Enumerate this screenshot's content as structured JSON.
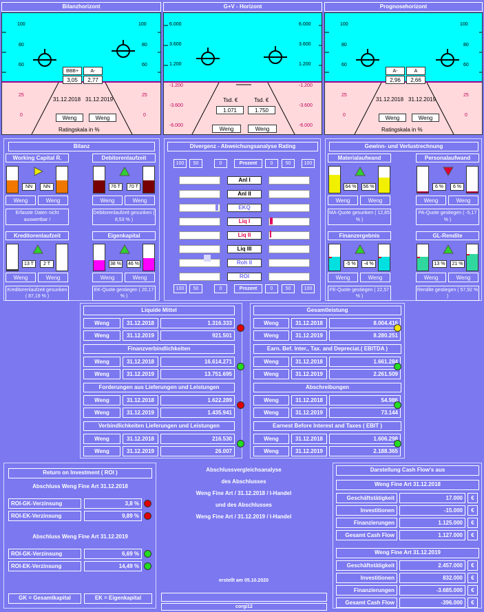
{
  "horizons": {
    "bilanz": {
      "title": "Bilanzhorizont",
      "ticks_top": [
        "100",
        "80",
        "60"
      ],
      "ticks_bottom": [
        "25",
        "0"
      ],
      "rating1": "BBB+",
      "rating2": "A-",
      "val1": "3,05",
      "val2": "2,77",
      "date1": "31.12.2018",
      "date2": "31.12.2019",
      "co1": "Weng",
      "co2": "Weng",
      "scale": "Ratingskala in %"
    },
    "guv": {
      "title": "G+V - Horizont",
      "ticks_top": [
        "6.000",
        "3.600",
        "1.200"
      ],
      "ticks_bottom": [
        "-1.200",
        "-3.600",
        "-6.000"
      ],
      "unit1": "Tsd. €",
      "unit2": "Tsd. €",
      "val1": "1.071",
      "val2": "1.750",
      "co1": "Weng",
      "co2": "Weng"
    },
    "prognose": {
      "title": "Prognosehorizont",
      "ticks_top": [
        "100",
        "80",
        "60"
      ],
      "ticks_bottom": [
        "25",
        "0"
      ],
      "rating1": "A-",
      "rating2": "A",
      "val1": "2,96",
      "val2": "2,66",
      "date1": "31.12.2018",
      "date2": "31.12.2019",
      "co1": "Weng",
      "co2": "Weng",
      "scale": "Ratingskala in %"
    }
  },
  "bilanz": {
    "title": "Bilanz",
    "wc": {
      "title": "Working Capital R.",
      "v1": "NN",
      "v2": "NN",
      "co1": "Weng",
      "co2": "Weng",
      "note": "Erfasste Daten nicht auswertbar !"
    },
    "deb": {
      "title": "Debitorenlaufzeit",
      "v1": "76 T",
      "v2": "70 T",
      "co1": "Weng",
      "co2": "Weng",
      "note": "Debitorenlaufzeit gesunken ( 8,53 % )"
    },
    "kred": {
      "title": "Kreditorenlaufzeit",
      "v1": "13 T",
      "v2": "2 T",
      "co1": "Weng",
      "co2": "Weng",
      "note": "Kreditorenlaufzeit gesunken ( 87,19 % )"
    },
    "ek": {
      "title": "Eigenkapital",
      "v1": "38 %",
      "v2": "46 %",
      "co1": "Weng",
      "co2": "Weng",
      "note": "EK-Quote gestiegen ( 20,17 % )"
    }
  },
  "divergenz": {
    "title": "Divergenz - Abweichungsanalyse Rating",
    "scale": [
      "100",
      "50",
      "0",
      "Prozent",
      "0",
      "50",
      "100"
    ],
    "rows": [
      {
        "label": "Anl I",
        "color": "#000000"
      },
      {
        "label": "Anl II",
        "color": "#000000"
      },
      {
        "label": "EKQ",
        "color": "#6f6cf0"
      },
      {
        "label": "Liq I",
        "color": "#e0004a"
      },
      {
        "label": "Liq II",
        "color": "#e0004a"
      },
      {
        "label": "Liq III",
        "color": "#000000"
      },
      {
        "label": "Roh II",
        "color": "#6f6cf0"
      },
      {
        "label": "ROI",
        "color": "#6f6cf0"
      }
    ]
  },
  "guvbox": {
    "title": "Gewinn- und Verlustrechnung",
    "mat": {
      "title": "Materialaufwand",
      "v1": "64 %",
      "v2": "56 %",
      "co1": "Weng",
      "co2": "Weng",
      "note": "MA-Quote gesunken ( 12,85 % )"
    },
    "pers": {
      "title": "Personalaufwand",
      "v1": "6 %",
      "v2": "6 %",
      "co1": "Weng",
      "co2": "Weng",
      "note": "PA-Quote gestiegen ( -5,17 % )"
    },
    "fin": {
      "title": "Finanzergebnis",
      "v1": "-5 %",
      "v2": "-4 %",
      "co1": "Weng",
      "co2": "Weng",
      "note": "FE-Quote gestiegen ( 22,57 % )"
    },
    "gl": {
      "title": "GL-Rendite",
      "v1": "13 %",
      "v2": "21 %",
      "co1": "Weng",
      "co2": "Weng",
      "note": "Rendite gestiegen ( 57,92 % )"
    }
  },
  "left_table": [
    {
      "title": "Liquide Mittel",
      "rows": [
        [
          "Weng",
          "31.12.2018",
          "1.316.333"
        ],
        [
          "Weng",
          "31.12.2019",
          "921.501"
        ]
      ],
      "dot": "#e00000"
    },
    {
      "title": "Finanzverbindlichkeiten",
      "rows": [
        [
          "Weng",
          "31.12.2018",
          "16.614.271"
        ],
        [
          "Weng",
          "31.12.2019",
          "13.751.695"
        ]
      ],
      "dot": "#22dd22"
    },
    {
      "title": "Forderungen aus Lieferungen und Leistungen",
      "rows": [
        [
          "Weng",
          "31.12.2018",
          "1.622.289"
        ],
        [
          "Weng",
          "31.12.2019",
          "1.435.941"
        ]
      ],
      "dot": "#e00000"
    },
    {
      "title": "Verbindlichkeiten Lieferungen und Leistungen",
      "rows": [
        [
          "Weng",
          "31.12.2018",
          "216.530"
        ],
        [
          "Weng",
          "31.12.2019",
          "26.007"
        ]
      ],
      "dot": "#22dd22"
    }
  ],
  "right_table": [
    {
      "title": "Gesamtleistung",
      "rows": [
        [
          "Weng",
          "31.12.2018",
          "8.004.416"
        ],
        [
          "Weng",
          "31.12.2019",
          "8.280.251"
        ]
      ],
      "dot": "#f0e000"
    },
    {
      "title": "Earn. Bef. Inter., Tax. and Depreciat.( EBITDA )",
      "rows": [
        [
          "Weng",
          "31.12.2018",
          "1.661.284"
        ],
        [
          "Weng",
          "31.12.2019",
          "2.261.509"
        ]
      ],
      "dot": "#22dd22"
    },
    {
      "title": "Abschreibungen",
      "rows": [
        [
          "Weng",
          "31.12.2018",
          "54.986"
        ],
        [
          "Weng",
          "31.12.2019",
          "73.144"
        ]
      ],
      "dot": "#22dd22"
    },
    {
      "title": "Earnest Before Interest and Taxes ( EBIT )",
      "rows": [
        [
          "Weng",
          "31.12.2018",
          "1.606.298"
        ],
        [
          "Weng",
          "31.12.2019",
          "2.188.365"
        ]
      ],
      "dot": "#22dd22"
    }
  ],
  "roi": {
    "title": "Return on Investment ( ROI )",
    "sec1": "Abschluss  Weng Fine Art  31.12.2018",
    "r1": [
      [
        "ROI-GK-Verzinsung",
        "3,8 %",
        "#e00000"
      ],
      [
        "ROI-EK-Verzinsung",
        "9,89 %",
        "#e00000"
      ]
    ],
    "sec2": "Abschluss  Weng Fine Art  31.12.2019",
    "r2": [
      [
        "ROI-GK-Verzinsung",
        "6,69 %",
        "#22dd22"
      ],
      [
        "ROI-EK-Verzinsung",
        "14,49 %",
        "#22dd22"
      ]
    ],
    "gk": "GK = Gesamtkapital",
    "ek": "EK = Eigenkapital"
  },
  "center_text": {
    "l1": "Abschlussvergleichsanalyse",
    "l2": "des Abschlusses",
    "l3": "Weng Fine Art / 31.12.2018 / I-Handel",
    "l4": "und des Abschlusses",
    "l5": "Weng Fine Art / 31.12.2019 / I-Handel",
    "created": "erstellt am 05.10.2020",
    "footer": "corgi12"
  },
  "cashflow": {
    "title": "Darstellung Cash Flow's aus",
    "s1": "Weng Fine Art  31.12.2018",
    "r1": [
      [
        "Geschäftstätigkeit",
        "17.000",
        "€"
      ],
      [
        "Investitionen",
        "-15.000",
        "€"
      ],
      [
        "Finanzierungen",
        "1.125.000",
        "€"
      ],
      [
        "Gesamt Cash Flow",
        "1.127.000",
        "€"
      ]
    ],
    "s2": "Weng Fine Art  31.12.2019",
    "r2": [
      [
        "Geschäftstätigkeit",
        "2.457.000",
        "€"
      ],
      [
        "Investitionen",
        "832.000",
        "€"
      ],
      [
        "Finanzierungen",
        "-3.685.000",
        "€"
      ],
      [
        "Gesamt Cash Flow",
        "-396.000",
        "€"
      ]
    ]
  }
}
